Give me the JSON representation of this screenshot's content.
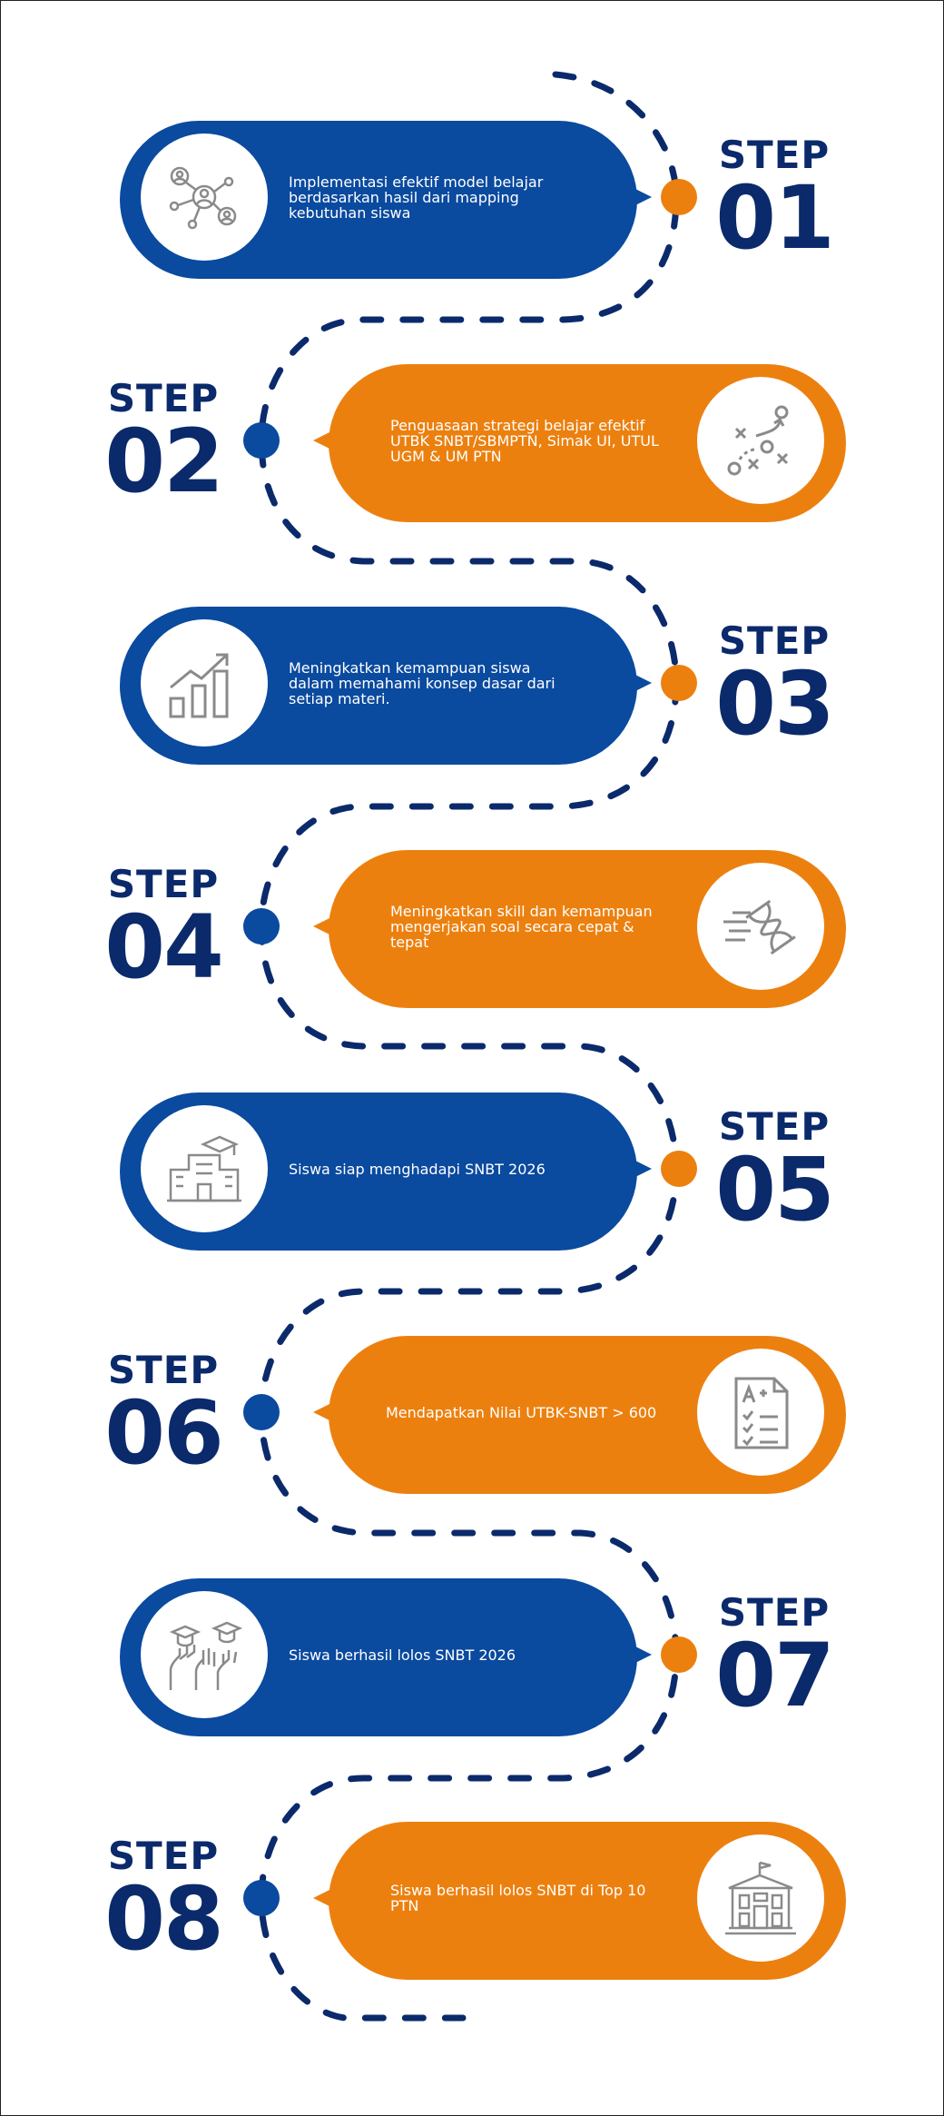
{
  "word": "STEP",
  "colors": {
    "blue": "#0a4a9f",
    "orange": "#ec800f",
    "navy": "#0b2a6b",
    "icon": "#8a8a8a"
  },
  "steps": [
    {
      "num": "01",
      "text": "Implementasi efektif model belajar berdasarkan hasil dari mapping kebutuhan siswa",
      "icon": "network-people-icon"
    },
    {
      "num": "02",
      "text": "Penguasaan strategi belajar efektif UTBK SNBT/SBMPTN, Simak UI, UTUL UGM & UM PTN",
      "icon": "strategy-play-icon"
    },
    {
      "num": "03",
      "text": "Meningkatkan kemampuan siswa dalam memahami konsep dasar dari setiap materi.",
      "icon": "growth-chart-icon"
    },
    {
      "num": "04",
      "text": "Meningkatkan skill dan kemampuan mengerjakan soal secara cepat & tepat",
      "icon": "hourglass-speed-icon"
    },
    {
      "num": "05",
      "text": "Siswa siap menghadapi SNBT 2026",
      "icon": "university-graduation-icon"
    },
    {
      "num": "06",
      "text": "Mendapatkan Nilai UTBK-SNBT > 600",
      "icon": "grade-sheet-icon"
    },
    {
      "num": "07",
      "text": "Siswa berhasil lolos SNBT 2026",
      "icon": "celebration-hands-icon"
    },
    {
      "num": "08",
      "text": "Siswa berhasil lolos SNBT di Top 10 PTN",
      "icon": "campus-building-icon"
    }
  ]
}
